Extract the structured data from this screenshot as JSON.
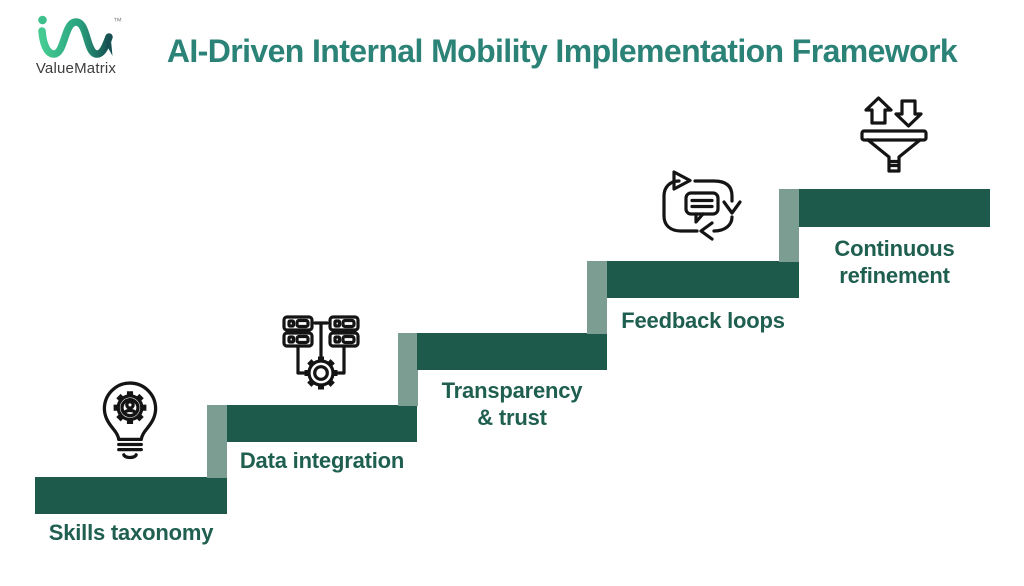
{
  "brand": {
    "name": "ValueMatrix",
    "tm": "™",
    "logo_icon": "wave-monogram-icon",
    "logo_gradient": [
      "#45CB92",
      "#2AA37F",
      "#165052"
    ]
  },
  "header": {
    "title": "AI-Driven Internal Mobility Implementation Framework"
  },
  "colors": {
    "title_text": "#2B8277",
    "step_tread": "#1E5A4B",
    "step_riser": "#7C9D92",
    "label_text": "#1F5F50",
    "icon_ink": "#141414",
    "background": "#FFFFFF"
  },
  "diagram": {
    "type": "staircase-5-steps",
    "steps": [
      {
        "name": "Skills taxonomy",
        "lines": [
          "Skills taxonomy"
        ],
        "icon": "lightbulb-gear-user-icon"
      },
      {
        "name": "Data integration",
        "lines": [
          "Data integration"
        ],
        "icon": "servers-gear-icon"
      },
      {
        "name": "Transparency & trust",
        "lines": [
          "Transparency",
          "& trust"
        ],
        "icon": null
      },
      {
        "name": "Feedback loops",
        "lines": [
          "Feedback loops"
        ],
        "icon": "conversation-loop-icon"
      },
      {
        "name": "Continuous refinement",
        "lines": [
          "Continuous",
          "refinement"
        ],
        "icon": "funnel-sync-icon"
      }
    ]
  }
}
